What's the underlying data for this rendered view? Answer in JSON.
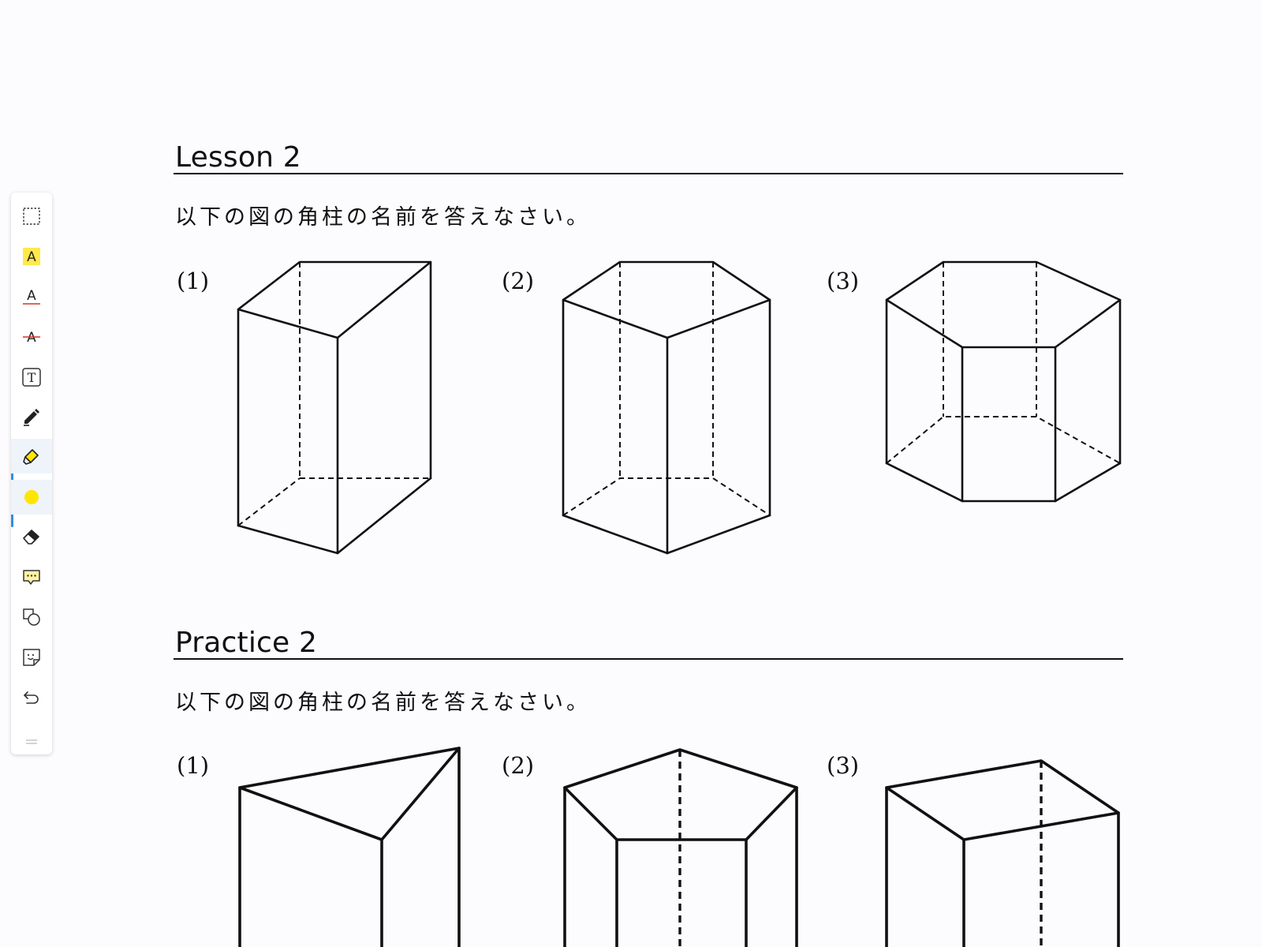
{
  "toolbar": {
    "tools": [
      {
        "id": "select",
        "icon": "dashed-select-icon"
      },
      {
        "id": "highlight-text",
        "icon": "text-highlight-icon",
        "letter": "A"
      },
      {
        "id": "underline-text",
        "icon": "text-underline-icon",
        "letter": "A"
      },
      {
        "id": "strike-text",
        "icon": "text-strikethrough-icon",
        "letter": "A"
      },
      {
        "id": "text-box",
        "icon": "text-box-icon",
        "letter": "T"
      },
      {
        "id": "pen",
        "icon": "pen-icon"
      },
      {
        "id": "highlighter",
        "icon": "highlighter-icon",
        "active": true
      },
      {
        "id": "color",
        "icon": "color-dot-icon",
        "color": "#ffe500"
      },
      {
        "id": "eraser",
        "icon": "eraser-icon"
      },
      {
        "id": "comment",
        "icon": "comment-icon"
      },
      {
        "id": "shapes",
        "icon": "shapes-icon"
      },
      {
        "id": "sticker",
        "icon": "sticker-icon"
      },
      {
        "id": "undo",
        "icon": "undo-icon"
      }
    ],
    "accent_color": "#2e8fe6",
    "highlight_color": "#ffe500"
  },
  "lesson": {
    "title": "Lesson 2",
    "question": "以下の図の角柱の名前を答えなさい。",
    "labels": [
      "(1)",
      "(2)",
      "(3)"
    ]
  },
  "practice": {
    "title": "Practice 2",
    "question": "以下の図の角柱の名前を答えなさい。",
    "labels": [
      "(1)",
      "(2)",
      "(3)"
    ]
  }
}
